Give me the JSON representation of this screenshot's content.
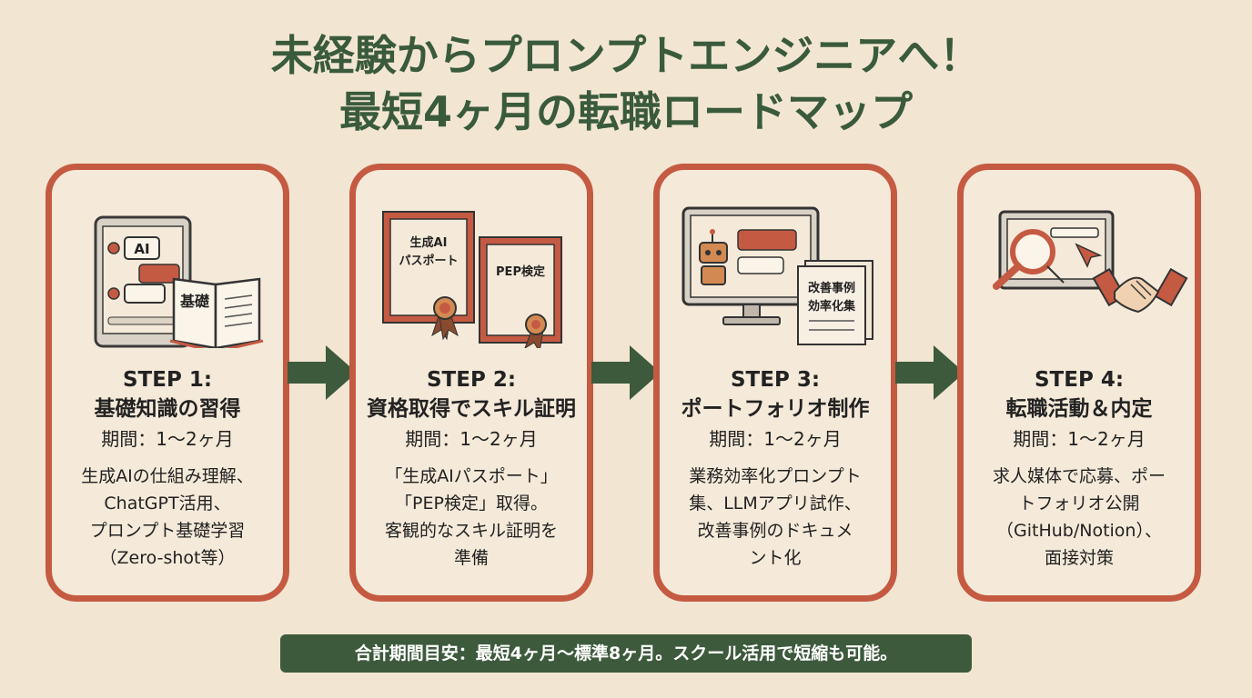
{
  "title": {
    "line1": "未経験からプロンプトエンジニアへ！",
    "line2": "最短4ヶ月の転職ロードマップ"
  },
  "colors": {
    "background": "#f2e6d3",
    "card_border": "#c55a43",
    "title_green": "#3a5a3c",
    "arrow_green": "#3d5a3c",
    "footer_bg": "#3d5a3c"
  },
  "steps": [
    {
      "heading": "STEP 1:",
      "name": "基礎知識の習得",
      "period": "期間：1〜2ヶ月",
      "desc": [
        "生成AIの仕組み理解、",
        "ChatGPT活用、",
        "プロンプト基礎学習",
        "（Zero-shot等）"
      ],
      "illus_labels": [
        "AI",
        "基礎"
      ],
      "icons": [
        "tablet-chat-icon",
        "book-icon"
      ]
    },
    {
      "heading": "STEP 2:",
      "name": "資格取得でスキル証明",
      "period": "期間：1〜2ヶ月",
      "desc": [
        "「生成AIパスポート」",
        "「PEP検定」取得。",
        "客観的なスキル証明を",
        "準備"
      ],
      "illus_labels": [
        "生成AI",
        "パスポート",
        "PEP検定"
      ],
      "icons": [
        "certificate-icon",
        "rosette-icon"
      ]
    },
    {
      "heading": "STEP 3:",
      "name": "ポートフォリオ制作",
      "period": "期間：1〜2ヶ月",
      "desc": [
        "業務効率化プロンプト",
        "集、LLMアプリ試作、",
        "改善事例のドキュメ",
        "ント化"
      ],
      "illus_labels": [
        "改善事例",
        "効率化集"
      ],
      "icons": [
        "monitor-robot-icon",
        "document-icon"
      ]
    },
    {
      "heading": "STEP 4:",
      "name": "転職活動＆内定",
      "period": "期間：1〜2ヶ月",
      "desc": [
        "求人媒体で応募、ポー",
        "トフォリオ公開",
        "（GitHub/Notion）、",
        "面接対策"
      ],
      "illus_labels": [],
      "icons": [
        "search-monitor-icon",
        "handshake-icon"
      ]
    }
  ],
  "footer": "合計期間目安：最短4ヶ月〜標準8ヶ月。スクール活用で短縮も可能。"
}
